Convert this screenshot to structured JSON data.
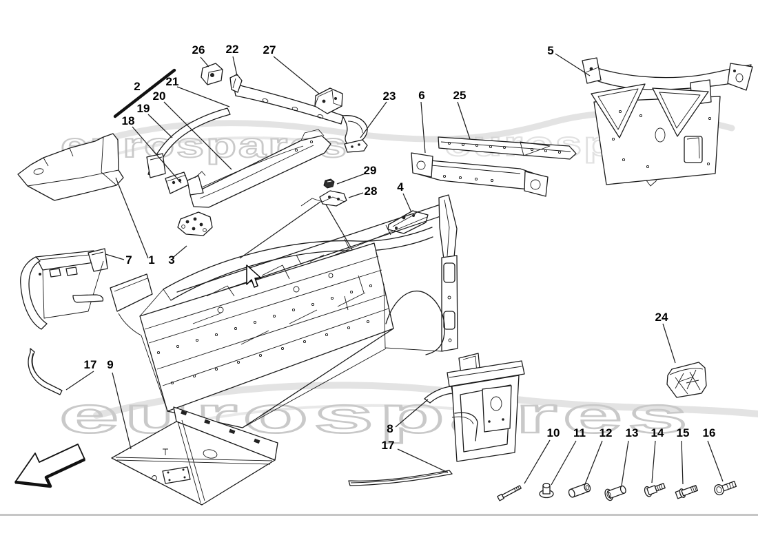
{
  "watermark": {
    "text": "eurospares",
    "color": "#c9c9c9"
  },
  "style": {
    "line_color": "#1a1a1a",
    "divider_color": "#c6c6c6",
    "background": "#ffffff"
  },
  "callouts": [
    "2",
    "18",
    "19",
    "20",
    "21",
    "26",
    "22",
    "27",
    "23",
    "6",
    "25",
    "5",
    "29",
    "28",
    "4",
    "7",
    "1",
    "3",
    "17",
    "9",
    "8",
    "17",
    "24",
    "10",
    "11",
    "12",
    "13",
    "14",
    "15",
    "16"
  ]
}
